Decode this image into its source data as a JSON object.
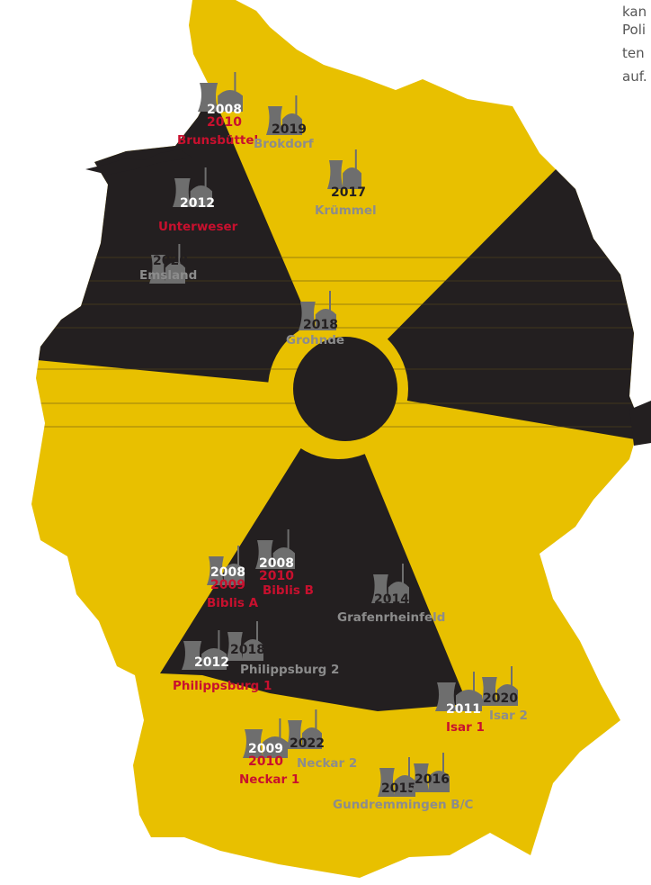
{
  "colors": {
    "yellow": "#e8c000",
    "black": "#231f20",
    "red": "#c8102e",
    "grey": "#8c8c8c",
    "white": "#ffffff",
    "plant": "#6e6e6e"
  },
  "side_text": [
    "kan",
    "Poli",
    "ten",
    "auf."
  ],
  "plants": [
    {
      "id": "brunsbuettel",
      "name": "Brunsbüttel",
      "name_color": "red",
      "years": [
        {
          "text": "2008",
          "color": "white"
        },
        {
          "text": "2010",
          "color": "red"
        }
      ]
    },
    {
      "id": "brokdorf",
      "name": "Brokdorf",
      "name_color": "grey",
      "years": [
        {
          "text": "2019",
          "color": "black"
        }
      ]
    },
    {
      "id": "kruemmel",
      "name": "Krümmel",
      "name_color": "grey",
      "years": [
        {
          "text": "2017",
          "color": "black"
        }
      ]
    },
    {
      "id": "unterweser",
      "name": "Unterweser",
      "name_color": "red",
      "years": [
        {
          "text": "2012",
          "color": "white"
        }
      ]
    },
    {
      "id": "emsland",
      "name": "Emsland",
      "name_color": "grey",
      "years": [
        {
          "text": "2020",
          "color": "black"
        }
      ]
    },
    {
      "id": "grohnde",
      "name": "Grohnde",
      "name_color": "grey",
      "years": [
        {
          "text": "2018",
          "color": "black"
        }
      ]
    },
    {
      "id": "biblis-a",
      "name": "Biblis A",
      "name_color": "red",
      "years": [
        {
          "text": "2008",
          "color": "white"
        },
        {
          "text": "2009",
          "color": "red"
        }
      ]
    },
    {
      "id": "biblis-b",
      "name": "Biblis B",
      "name_color": "red",
      "years": [
        {
          "text": "2008",
          "color": "white"
        },
        {
          "text": "2010",
          "color": "red"
        }
      ]
    },
    {
      "id": "grafenrheinfeld",
      "name": "Grafenrheinfeld",
      "name_color": "grey",
      "years": [
        {
          "text": "2014",
          "color": "black"
        }
      ]
    },
    {
      "id": "philippsburg-2",
      "name": "Philippsburg 2",
      "name_color": "grey",
      "years": [
        {
          "text": "2018",
          "color": "black"
        }
      ]
    },
    {
      "id": "philippsburg-1",
      "name": "Philippsburg 1",
      "name_color": "red",
      "years": [
        {
          "text": "2012",
          "color": "white"
        }
      ]
    },
    {
      "id": "isar-1",
      "name": "Isar 1",
      "name_color": "red",
      "years": [
        {
          "text": "2011",
          "color": "white"
        }
      ]
    },
    {
      "id": "isar-2",
      "name": "Isar 2",
      "name_color": "grey",
      "years": [
        {
          "text": "2020",
          "color": "black"
        }
      ]
    },
    {
      "id": "neckar-2",
      "name": "Neckar 2",
      "name_color": "grey",
      "years": [
        {
          "text": "2022",
          "color": "black"
        }
      ]
    },
    {
      "id": "neckar-1",
      "name": "Neckar 1",
      "name_color": "red",
      "years": [
        {
          "text": "2009",
          "color": "white"
        },
        {
          "text": "2010",
          "color": "red"
        }
      ]
    },
    {
      "id": "gundremmingen-b",
      "name": "Gundremmingen B/C",
      "name_color": "grey",
      "years": [
        {
          "text": "2015",
          "color": "black"
        }
      ]
    },
    {
      "id": "gundremmingen-c",
      "name": "",
      "name_color": "grey",
      "years": [
        {
          "text": "2016",
          "color": "black"
        }
      ]
    }
  ]
}
